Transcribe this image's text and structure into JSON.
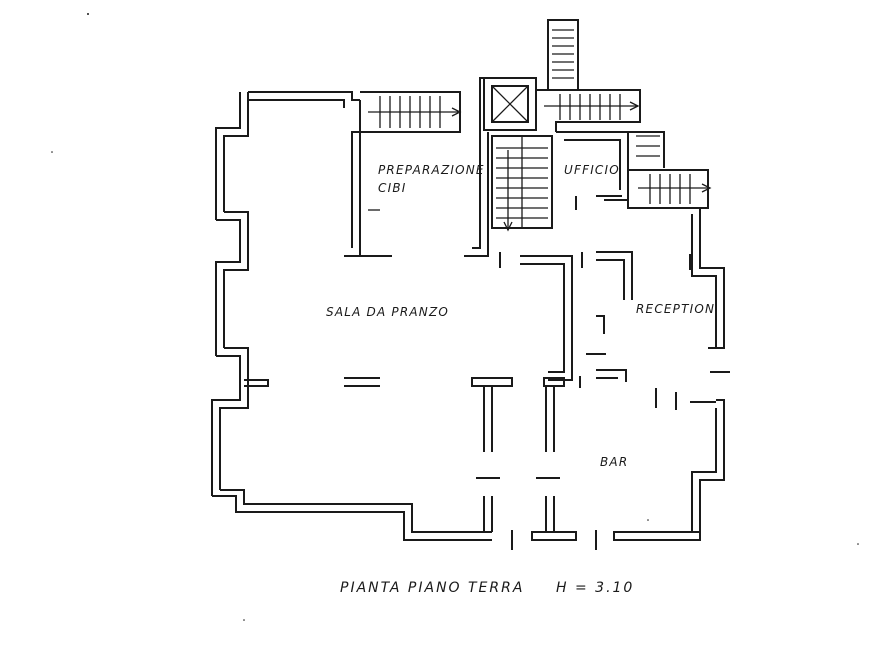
{
  "rooms": {
    "preparazione_line1": "PREPARAZIONE",
    "preparazione_line2": "CIBI",
    "ufficio": "UFFICIO",
    "sala": "SALA DA PRANZO",
    "reception": "RECEPTION",
    "bar": "BAR"
  },
  "caption": {
    "title": "PIANTA PIANO TERRA",
    "height": "H = 3.10"
  },
  "colors": {
    "ink": "#1a1a1a",
    "paper": "#ffffff"
  }
}
